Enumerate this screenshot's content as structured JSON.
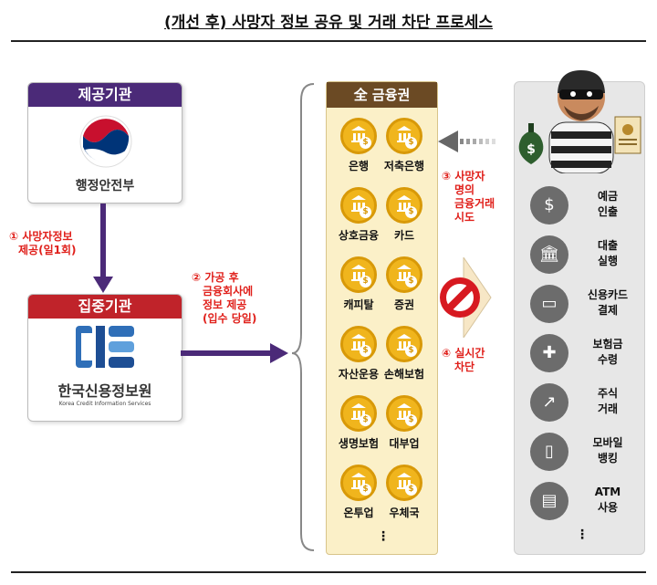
{
  "title": "(개선 후) 사망자 정보 공유 및 거래 차단 프로세스",
  "provider": {
    "header": "제공기관",
    "name": "행정안전부"
  },
  "step1": {
    "line1": "① 사망자정보",
    "line2": "제공(일1회)"
  },
  "central": {
    "header": "집중기관",
    "logo_text": "CIS",
    "name": "한국신용정보원",
    "name_en": "Korea Credit Information Services"
  },
  "step2": {
    "line1": "② 가공 후",
    "line2": "금융회사에",
    "line3": "정보 제공",
    "line4": "(입수 당일)"
  },
  "financial": {
    "header": "全 금융권",
    "items": [
      "은행",
      "저축은행",
      "상호금융",
      "카드",
      "캐피탈",
      "증권",
      "자산운용",
      "손해보험",
      "생명보험",
      "대부업",
      "온투업",
      "우체국"
    ],
    "more": "⋮"
  },
  "step3": {
    "line1": "③ 사망자",
    "line2": "명의",
    "line3": "금융거래",
    "line4": "시도"
  },
  "step4": {
    "line1": "④ 실시간",
    "line2": "차단"
  },
  "activities": {
    "items": [
      {
        "line1": "예금",
        "line2": "인출",
        "icon": "cash-withdraw-icon"
      },
      {
        "line1": "대출",
        "line2": "실행",
        "icon": "bank-loan-icon"
      },
      {
        "line1": "신용카드",
        "line2": "결제",
        "icon": "credit-card-icon"
      },
      {
        "line1": "보험금",
        "line2": "수령",
        "icon": "insurance-icon"
      },
      {
        "line1": "주식",
        "line2": "거래",
        "icon": "stock-chart-icon"
      },
      {
        "line1": "모바일",
        "line2": "뱅킹",
        "icon": "mobile-banking-icon"
      },
      {
        "line1": "ATM",
        "line2": "사용",
        "icon": "atm-icon"
      }
    ],
    "more": "⋮"
  },
  "colors": {
    "purple": "#4b2a78",
    "red": "#c0232a",
    "alert": "#e0201b",
    "gold": "#f0b51d",
    "brown": "#6b4a24"
  }
}
